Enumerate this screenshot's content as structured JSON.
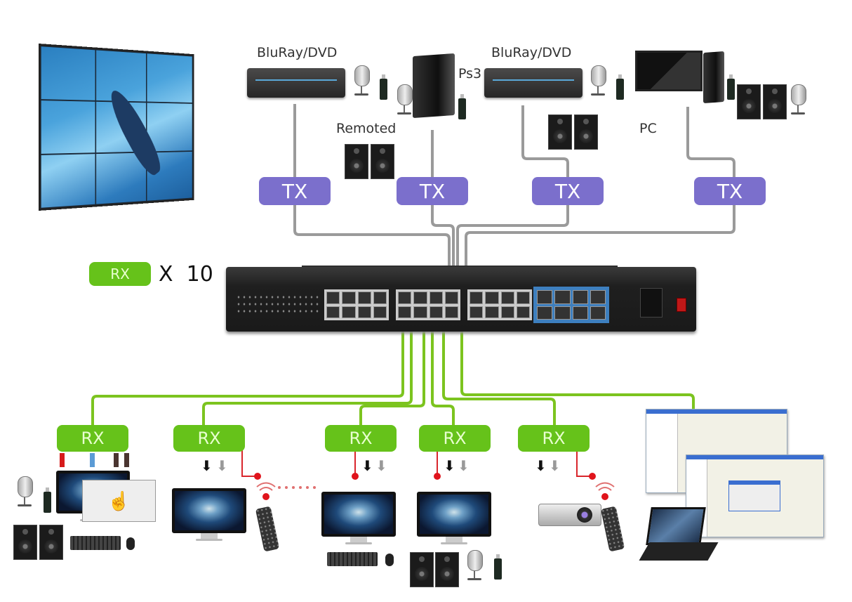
{
  "diagram": {
    "title": "HDMI/KVM over IP matrix topology",
    "colors": {
      "tx_box": "#7b6fcc",
      "rx_box": "#66c21a",
      "tx_cable": "#9a9a9a",
      "rx_cable": "#7cc41f",
      "ir_line": "#d9262c",
      "switch_port_highlight": "#3d7fbf"
    },
    "sources": [
      {
        "label": "BluRay/DVD",
        "device": "bluray-player",
        "extras": [
          "microphone",
          "usb-drive"
        ]
      },
      {
        "label": "Ps3",
        "device": "tower-pc",
        "extras": [
          "microphone",
          "usb-drive",
          "speakers"
        ],
        "note": "Remoted"
      },
      {
        "label": "BluRay/DVD",
        "device": "bluray-player",
        "extras": [
          "microphone",
          "usb-drive",
          "speakers"
        ]
      },
      {
        "label": "PC",
        "device": "desktop-pc",
        "extras": [
          "usb-drive",
          "speakers",
          "microphone"
        ]
      }
    ],
    "transmitters": [
      {
        "label": "TX"
      },
      {
        "label": "TX"
      },
      {
        "label": "TX"
      },
      {
        "label": "TX"
      }
    ],
    "legend": {
      "rx_label": "RX",
      "multiplier": "X",
      "count": "10"
    },
    "video_wall": {
      "rows": 3,
      "cols": 3
    },
    "switch": {
      "port_groups": 4,
      "ports_per_group": 8
    },
    "receivers": [
      {
        "label": "RX",
        "outputs": [
          "monitor",
          "mouse-control-window",
          "microphone",
          "usb-drive",
          "speakers",
          "keyboard",
          "mouse"
        ],
        "connectors": [
          "red",
          "blue",
          "brown",
          "brown"
        ]
      },
      {
        "label": "RX",
        "outputs": [
          "monitor",
          "ir-remote"
        ],
        "connectors": [
          "video-out",
          "audio-out",
          "ir"
        ]
      },
      {
        "label": "RX",
        "outputs": [
          "monitor",
          "keyboard",
          "mouse"
        ],
        "connectors": [
          "ir",
          "video-out",
          "audio-out"
        ]
      },
      {
        "label": "RX",
        "outputs": [
          "monitor",
          "speakers",
          "microphone",
          "usb-drive"
        ],
        "connectors": [
          "ir",
          "video-out",
          "audio-out"
        ]
      },
      {
        "label": "RX",
        "outputs": [
          "projector",
          "ir-remote"
        ],
        "connectors": [
          "video-out",
          "audio-out",
          "ir"
        ]
      }
    ],
    "control": {
      "device": "laptop",
      "software": "management-software-windows"
    }
  }
}
